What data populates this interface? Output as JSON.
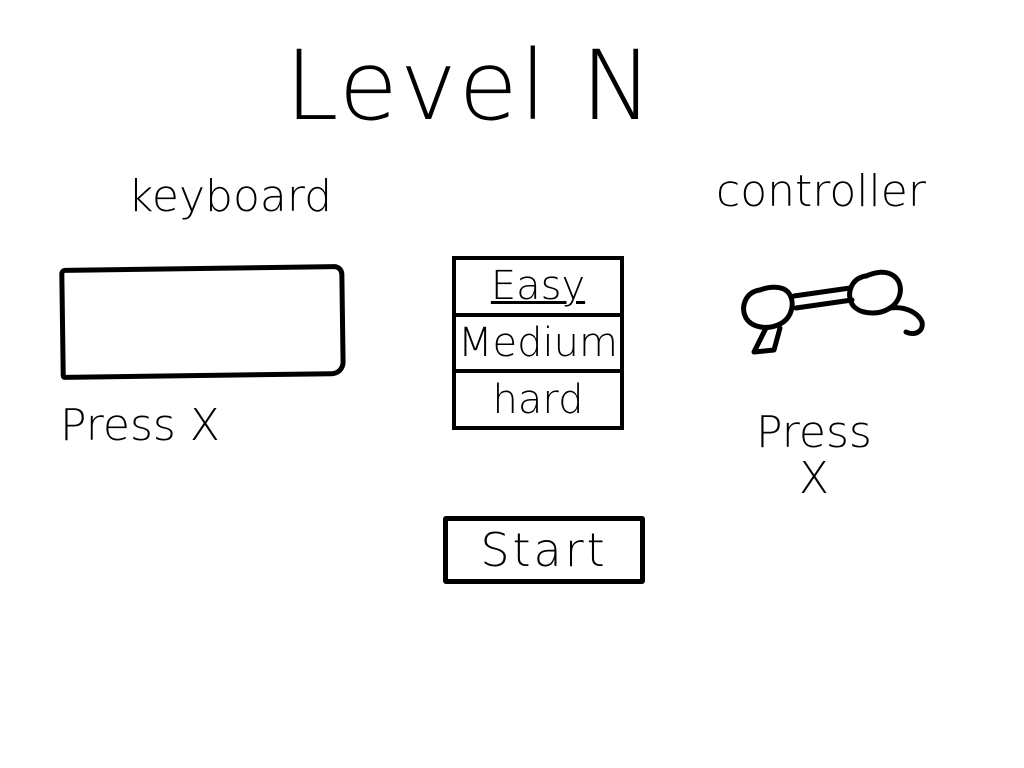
{
  "title": "Level N",
  "keyboard": {
    "label": "keyboard",
    "hint": "Press X"
  },
  "controller": {
    "label": "controller",
    "hint": "Press\nX",
    "icon": "gamepad-icon"
  },
  "difficulty": {
    "options": [
      "Easy",
      "Medium",
      "hard"
    ],
    "selected": "Easy"
  },
  "start_label": "Start"
}
